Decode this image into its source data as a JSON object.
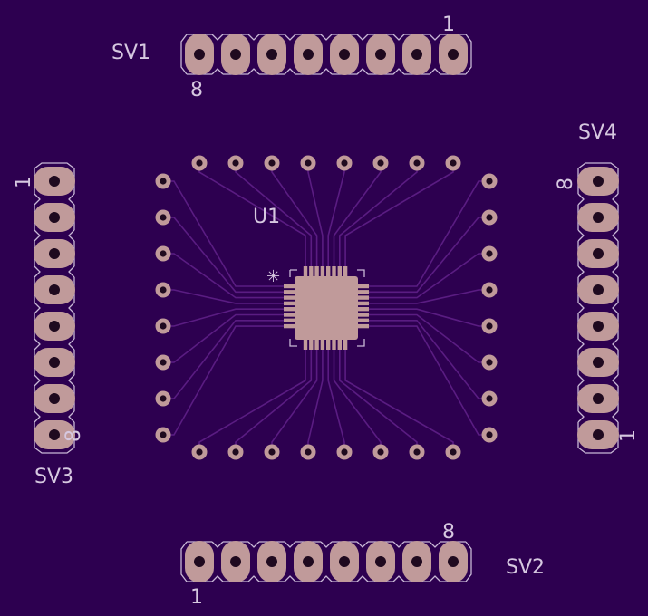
{
  "board": {
    "background": "#2d0050",
    "copper_color": "#c09a9a",
    "silkscreen_color": "#c9b8d6",
    "trace_color": "#5a1c82"
  },
  "connectors": [
    {
      "id": "sv1",
      "name": "SV1",
      "orientation": "horizontal",
      "pins": 8,
      "pin1_label": "1",
      "pin8_label": "8"
    },
    {
      "id": "sv2",
      "name": "SV2",
      "orientation": "horizontal",
      "pins": 8,
      "pin1_label": "1",
      "pin8_label": "8"
    },
    {
      "id": "sv3",
      "name": "SV3",
      "orientation": "vertical",
      "pins": 8,
      "pin1_label": "1",
      "pin8_label": "8"
    },
    {
      "id": "sv4",
      "name": "SV4",
      "orientation": "vertical",
      "pins": 8,
      "pin1_label": "1",
      "pin8_label": "8"
    }
  ],
  "chip": {
    "name": "U1",
    "pin1_marker": "✳",
    "pins_per_side": 8
  },
  "via_ring": {
    "per_side": 8
  }
}
